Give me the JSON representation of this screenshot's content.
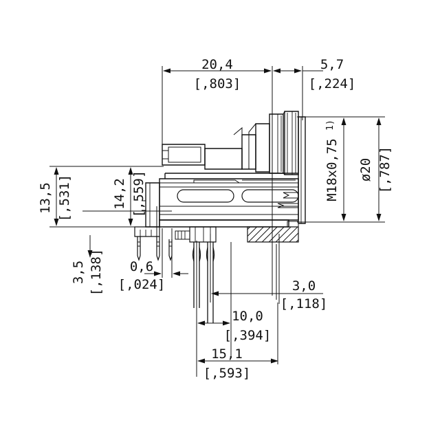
{
  "drawing": {
    "title": "Connector technical drawing",
    "type": "mechanical-dimension-drawing",
    "units": "mm [inch]",
    "line_color": "#111111",
    "background": "#ffffff"
  },
  "dimensions": {
    "top_overall": {
      "metric": "20,4",
      "imperial": "[,803]"
    },
    "top_right": {
      "metric": "5,7",
      "imperial": "[,224]"
    },
    "thread": {
      "metric": "M18x0,75",
      "note": "1)"
    },
    "diameter": {
      "metric": "ø20",
      "imperial": "[,787]"
    },
    "left_outer": {
      "metric": "13,5",
      "imperial": "[,531]"
    },
    "left_inner": {
      "metric": "14,2",
      "imperial": "[,559]"
    },
    "low_left": {
      "metric": "3,5",
      "imperial": "[,138]"
    },
    "low_left2": {
      "metric": "0,6",
      "imperial": "[,024]"
    },
    "pin_pitch": {
      "metric": "3,0",
      "imperial": "[,118]"
    },
    "bottom_mid": {
      "metric": "10,0",
      "imperial": "[,394]"
    },
    "bottom_all": {
      "metric": "15,1",
      "imperial": "[,593]"
    }
  }
}
